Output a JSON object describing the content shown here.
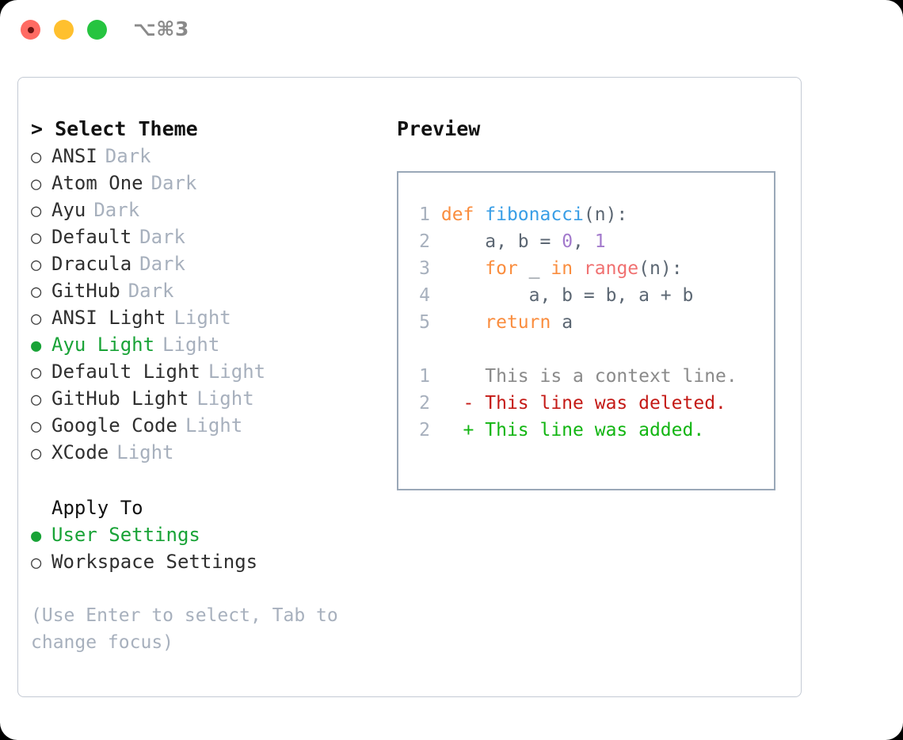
{
  "titlebar": {
    "shortcut": "⌥⌘3",
    "buttons": [
      {
        "name": "close",
        "color": "#ff6b63"
      },
      {
        "name": "minimize",
        "color": "#ffc02e"
      },
      {
        "name": "maximize",
        "color": "#26c440"
      }
    ]
  },
  "left": {
    "heading": "> Select Theme",
    "themes": [
      {
        "marker": "○",
        "name": "ANSI",
        "tag": "Dark",
        "selected": false
      },
      {
        "marker": "○",
        "name": "Atom One",
        "tag": "Dark",
        "selected": false
      },
      {
        "marker": "○",
        "name": "Ayu",
        "tag": "Dark",
        "selected": false
      },
      {
        "marker": "○",
        "name": "Default",
        "tag": "Dark",
        "selected": false
      },
      {
        "marker": "○",
        "name": "Dracula",
        "tag": "Dark",
        "selected": false
      },
      {
        "marker": "○",
        "name": "GitHub",
        "tag": "Dark",
        "selected": false
      },
      {
        "marker": "○",
        "name": "ANSI Light",
        "tag": "Light",
        "selected": false
      },
      {
        "marker": "●",
        "name": "Ayu Light",
        "tag": "Light",
        "selected": true
      },
      {
        "marker": "○",
        "name": "Default Light",
        "tag": "Light",
        "selected": false
      },
      {
        "marker": "○",
        "name": "GitHub Light",
        "tag": "Light",
        "selected": false
      },
      {
        "marker": "○",
        "name": "Google Code",
        "tag": "Light",
        "selected": false
      },
      {
        "marker": "○",
        "name": "XCode",
        "tag": "Light",
        "selected": false
      }
    ],
    "apply_to": {
      "title": "Apply To",
      "options": [
        {
          "marker": "●",
          "name": "User Settings",
          "selected": true
        },
        {
          "marker": "○",
          "name": "Workspace Settings",
          "selected": false
        }
      ]
    },
    "hint": "(Use Enter to select, Tab to change focus)"
  },
  "right": {
    "heading": "Preview",
    "code": [
      {
        "ln": "1",
        "tokens": [
          {
            "t": "def ",
            "c": "kw"
          },
          {
            "t": "fibonacci",
            "c": "fn"
          },
          {
            "t": "(n):",
            "c": "pl"
          }
        ]
      },
      {
        "ln": "2",
        "tokens": [
          {
            "t": "    a, b = ",
            "c": "pl"
          },
          {
            "t": "0",
            "c": "num"
          },
          {
            "t": ", ",
            "c": "pl"
          },
          {
            "t": "1",
            "c": "num"
          }
        ]
      },
      {
        "ln": "3",
        "tokens": [
          {
            "t": "    ",
            "c": "pl"
          },
          {
            "t": "for",
            "c": "kw"
          },
          {
            "t": " _ ",
            "c": "pl"
          },
          {
            "t": "in",
            "c": "kw"
          },
          {
            "t": " ",
            "c": "pl"
          },
          {
            "t": "range",
            "c": "bi"
          },
          {
            "t": "(n):",
            "c": "pl"
          }
        ]
      },
      {
        "ln": "4",
        "tokens": [
          {
            "t": "        a, b = b, a + b",
            "c": "pl"
          }
        ]
      },
      {
        "ln": "5",
        "tokens": [
          {
            "t": "    ",
            "c": "pl"
          },
          {
            "t": "return",
            "c": "kw"
          },
          {
            "t": " a",
            "c": "pl"
          }
        ]
      }
    ],
    "diff": [
      {
        "ln": "1",
        "marker": " ",
        "text": "This is a context line.",
        "kind": "ctx"
      },
      {
        "ln": "2",
        "marker": "-",
        "text": "This line was deleted.",
        "kind": "del"
      },
      {
        "ln": "2",
        "marker": "+",
        "text": "This line was added.",
        "kind": "add"
      }
    ]
  },
  "colors": {
    "accent_green": "#19a337",
    "muted": "#a7b0bd",
    "keyword": "#fa8d3e",
    "function": "#399ee6",
    "number": "#a37acc",
    "builtin": "#f07171",
    "diff_delete": "#c41a16",
    "diff_add": "#12b512"
  }
}
